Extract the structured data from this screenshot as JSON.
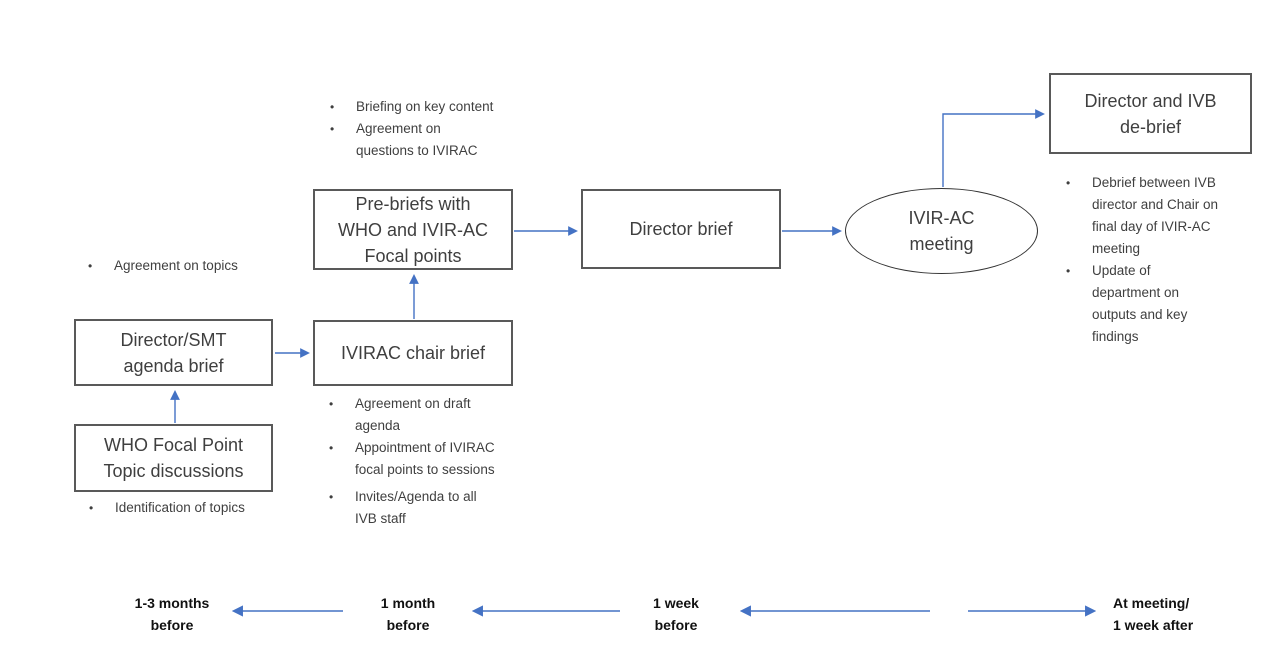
{
  "colors": {
    "arrow_blue": "#4472C4",
    "box_border": "#595959",
    "ellipse_border": "#333333",
    "body_text": "#3f3f3f",
    "timeline_text": "#111111"
  },
  "nodes": {
    "who_focal_point": {
      "lines": [
        "WHO Focal Point",
        "Topic discussions"
      ]
    },
    "director_smt": {
      "lines": [
        "Director/SMT",
        "agenda brief"
      ]
    },
    "ivirac_chair": {
      "lines": [
        "IVIRAC chair brief"
      ]
    },
    "pre_briefs": {
      "lines": [
        "Pre-briefs with",
        "WHO and IVIR-AC",
        "Focal points"
      ]
    },
    "director_brief": {
      "lines": [
        "Director brief"
      ]
    },
    "ivirac_meeting": {
      "lines": [
        "IVIR-AC",
        "meeting"
      ]
    },
    "debrief": {
      "lines": [
        "Director and IVB",
        "de-brief"
      ]
    }
  },
  "notes": {
    "agreement_topics": [
      "Agreement on topics"
    ],
    "identification_topics": [
      "Identification of topics"
    ],
    "pre_brief_notes": [
      "Briefing on key content",
      "Agreement on questions to IVIRAC"
    ],
    "chair_brief_notes": [
      "Agreement on draft agenda",
      "Appointment of IVIRAC focal points to sessions",
      "Invites/Agenda to all IVB staff"
    ],
    "debrief_notes": [
      "Debrief between IVB director and Chair on final day of IVIR-AC meeting",
      "Update of department on outputs and key findings"
    ]
  },
  "timeline": {
    "items": [
      {
        "line1": "1-3 months",
        "line2": "before"
      },
      {
        "line1": "1 month",
        "line2": "before"
      },
      {
        "line1": "1 week",
        "line2": "before"
      },
      {
        "line1": "At meeting/",
        "line2": "1 week after"
      }
    ]
  }
}
